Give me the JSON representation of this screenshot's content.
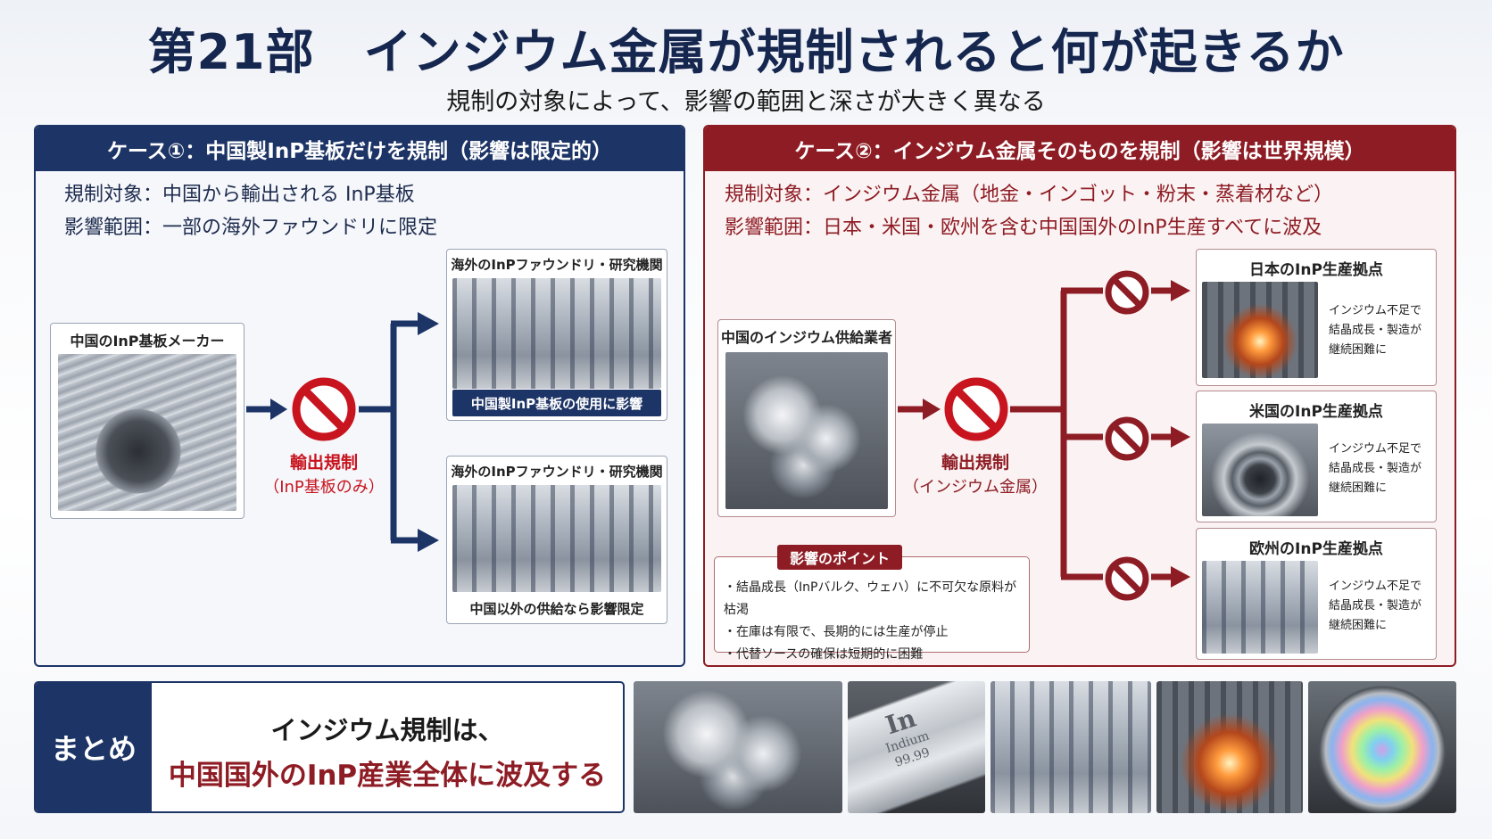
{
  "title": "第21部　インジウム金属が規制されると何が起きるか",
  "subtitle": "規制の対象によって、影響の範囲と深さが大きく異なる",
  "case1": {
    "header": "ケース①：中国製InP基板だけを規制（影響は限定的）",
    "target": "規制対象：中国から輸出される InP基板",
    "scope": "影響範囲：一部の海外ファウンドリに限定",
    "source_label": "中国のInP基板メーカー",
    "ban_label_1": "輸出規制",
    "ban_label_2": "（InP基板のみ）",
    "dest1_label": "海外のInPファウンドリ・研究機関",
    "dest1_caption": "中国製InP基板の使用に影響",
    "dest2_label": "海外のInPファウンドリ・研究機関",
    "dest2_caption": "中国以外の供給なら影響限定"
  },
  "case2": {
    "header": "ケース②：インジウム金属そのものを規制（影響は世界規模）",
    "target": "規制対象：インジウム金属（地金・インゴット・粉末・蒸着材など）",
    "scope": "影響範囲：日本・米国・欧州を含む中国国外のInP生産すべてに波及",
    "source_label": "中国のインジウム供給業者",
    "ban_label_1": "輸出規制",
    "ban_label_2": "（インジウム金属）",
    "dests": [
      {
        "label": "日本のInP生産拠点",
        "note": [
          "インジウム不足で",
          "結晶成長・製造が",
          "継続困難に"
        ]
      },
      {
        "label": "米国のInP生産拠点",
        "note": [
          "インジウム不足で",
          "結晶成長・製造が",
          "継続困難に"
        ]
      },
      {
        "label": "欧州のInP生産拠点",
        "note": [
          "インジウム不足で",
          "結晶成長・製造が",
          "継続困難に"
        ]
      }
    ],
    "points_title": "影響のポイント",
    "points": [
      "・結晶成長（InPバルク、ウェハ）に不可欠な原料が枯渇",
      "・在庫は有限で、長期的には生産が停止",
      "・代替ソースの確保は短期的に困難"
    ]
  },
  "summary": {
    "tag": "まとめ",
    "line1": "インジウム規制は、",
    "line2": "中国国外のInP産業全体に波及する"
  },
  "strip_ingot_text": [
    "In",
    "Indium",
    "99.99"
  ],
  "colors": {
    "navy": "#1d3466",
    "crimson": "#8e1c24",
    "ban_red": "#c8141e"
  }
}
